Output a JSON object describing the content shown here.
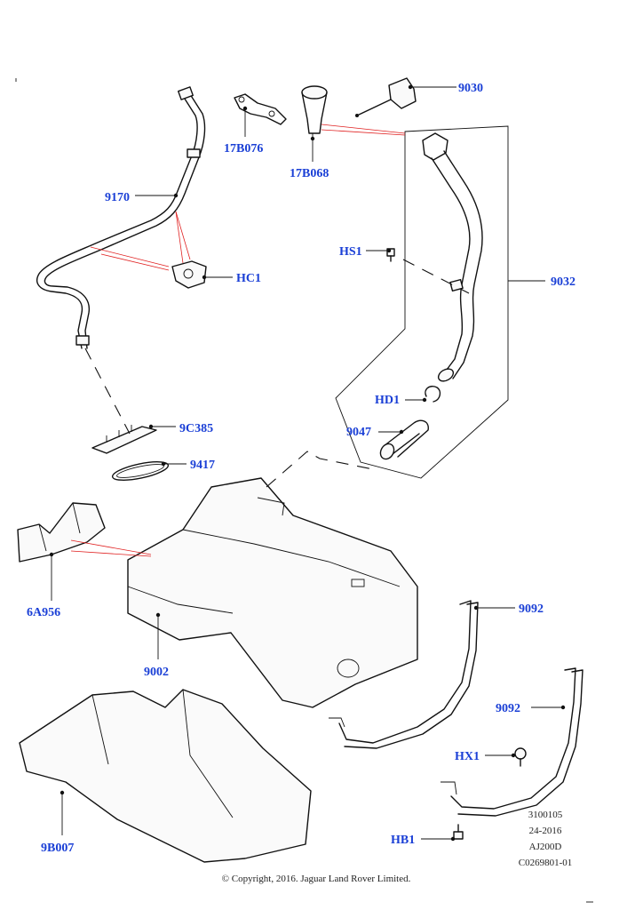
{
  "diagram": {
    "callouts": {
      "c9030": "9030",
      "c17B076": "17B076",
      "c17B068": "17B068",
      "c9170": "9170",
      "cHS1": "HS1",
      "cHC1": "HC1",
      "c9032": "9032",
      "cHD1": "HD1",
      "c9047": "9047",
      "c9C385": "9C385",
      "c9417": "9417",
      "c6A956": "6A956",
      "c9002": "9002",
      "c9092a": "9092",
      "c9092b": "9092",
      "cHX1": "HX1",
      "cHB1": "HB1",
      "c9B007": "9B007"
    },
    "meta": {
      "line1": "3100105",
      "line2": "24-2016",
      "line3": "AJ200D",
      "line4": "C0269801-01"
    },
    "copyright": "© Copyright, 2016. Jaguar Land Rover Limited.",
    "colors": {
      "callout": "#1a3fd6",
      "leader_red": "#e02020",
      "line": "#111111"
    }
  }
}
